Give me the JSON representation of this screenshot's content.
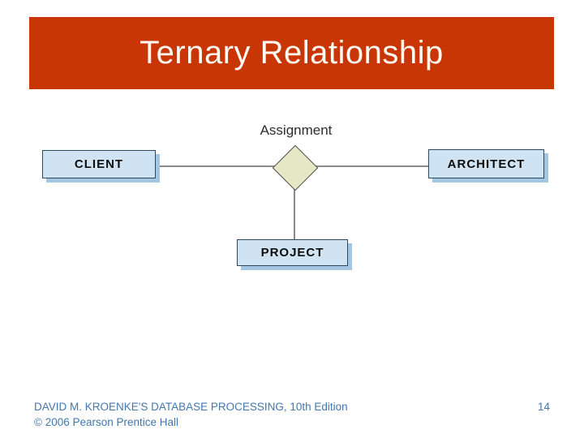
{
  "slide": {
    "title": "Ternary Relationship",
    "title_bar_color": "#c83605",
    "title_text_color": "#fffbf2"
  },
  "diagram": {
    "relationship": {
      "label": "Assignment",
      "shape": "diamond",
      "diamond_fill": "#e6e8c5",
      "diamond_border": "#4a4a4a"
    },
    "entities": [
      {
        "label": "CLIENT"
      },
      {
        "label": "ARCHITECT"
      },
      {
        "label": "PROJECT"
      }
    ],
    "entity_fill": "#cfe3f2",
    "entity_border": "#2b4a61",
    "entity_shadow": "#a3c7e3",
    "connector_color": "#8a8a8a"
  },
  "footer": {
    "credit_line1": "DAVID M. KROENKE'S DATABASE PROCESSING, 10th Edition",
    "credit_line2": "© 2006 Pearson Prentice Hall",
    "text_color": "#4377ae",
    "page_number": "14"
  }
}
